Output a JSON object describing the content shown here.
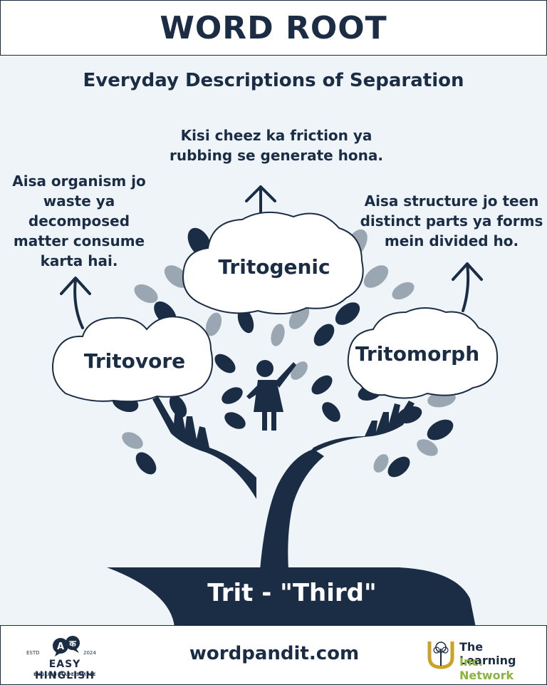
{
  "header": {
    "title": "WORD ROOT"
  },
  "subtitle": "Everyday Descriptions of Separation",
  "words": [
    {
      "word": "Tritovore",
      "description": "Aisa organism jo waste ya decomposed matter consume karta hai."
    },
    {
      "word": "Tritogenic",
      "description": "Kisi cheez ka friction ya rubbing se generate hona."
    },
    {
      "word": "Tritomorph",
      "description": "Aisa structure jo teen distinct parts ya forms mein divided ho."
    }
  ],
  "root": "Trit - \"Third\"",
  "footer": {
    "website": "wordpandit.com",
    "left_logo": {
      "name": "EASY HINGLISH",
      "tagline": "ENGLISH MADE SIMPLE",
      "estd": "ESTD",
      "year": "2024",
      "mark": "A क"
    },
    "right_logo": {
      "line1": "The Learning",
      "line2": "Inc. Network"
    }
  },
  "colors": {
    "navy": "#1b2d45",
    "background": "#eef4f8",
    "leaf_grey": "#9aa6b2",
    "accent_green": "#8cb43c"
  }
}
